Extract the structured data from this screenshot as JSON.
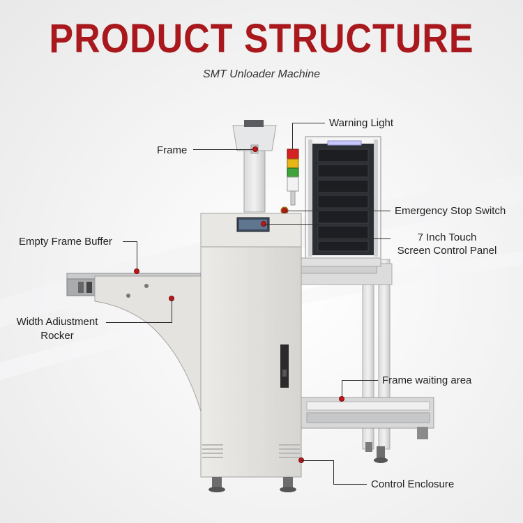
{
  "header": {
    "title": "PRODUCT STRUCTURE",
    "subtitle": "SMT Unloader Machine"
  },
  "colors": {
    "title": "#a8181c",
    "marker": "#c01818",
    "machine_body": "#e2e2e0"
  },
  "callouts": {
    "warning_light": "Warning Light",
    "frame": "Frame",
    "emergency_stop": "Emergency Stop Switch",
    "touch_screen_line1": "7 Inch Touch",
    "touch_screen_line2": "Screen Control Panel",
    "empty_frame_buffer": "Empty Frame Buffer",
    "width_rocker_line1": "Width Adiustment",
    "width_rocker_line2": "Rocker",
    "frame_waiting_area": "Frame waiting area",
    "control_enclosure": "Control Enclosure"
  }
}
